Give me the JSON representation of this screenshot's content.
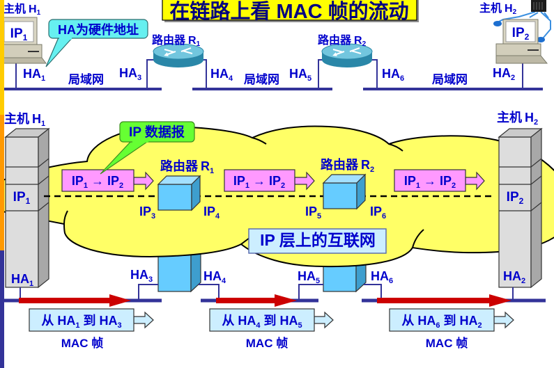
{
  "title": "在链路上看 MAC 帧的流动",
  "palette": {
    "label_text": "#0000CC",
    "title_text": "#000080",
    "title_fill": "#FFFF00",
    "lan_line": "#333399",
    "cloud_fill": "#FFFF66",
    "packet_fill": "#FF99FF",
    "router_cube_fill": "#66CCFF",
    "host_stack_fill": "#DDDDDD",
    "box_fill": "#CCEEFF",
    "frame_arrow": "#CC0000",
    "datagram_callout_fill": "#66FF33",
    "hardware_callout_fill": "#66F0F0",
    "accent_strip_top": "#FFCC00",
    "accent_strip_middle": "#FF9900",
    "accent_strip_bottom": "#333399"
  },
  "physical_view": {
    "hosts": [
      {
        "prefix": "主机",
        "name": {
          "base": "H",
          "sub": "1"
        },
        "ip": {
          "base": "IP",
          "sub": "1"
        },
        "ha": {
          "base": "HA",
          "sub": "1"
        }
      },
      {
        "prefix": "主机",
        "name": {
          "base": "H",
          "sub": "2"
        },
        "ip": {
          "base": "IP",
          "sub": "2"
        },
        "ha": {
          "base": "HA",
          "sub": "2"
        }
      }
    ],
    "routers": [
      {
        "prefix": "路由器",
        "name": {
          "base": "R",
          "sub": "1"
        },
        "ha_left": {
          "base": "HA",
          "sub": "3"
        },
        "ha_right": {
          "base": "HA",
          "sub": "4"
        }
      },
      {
        "prefix": "路由器",
        "name": {
          "base": "R",
          "sub": "2"
        },
        "ha_left": {
          "base": "HA",
          "sub": "5"
        },
        "ha_right": {
          "base": "HA",
          "sub": "6"
        }
      }
    ],
    "lans": [
      "局域网",
      "局域网",
      "局域网"
    ],
    "callout": "HA为硬件地址"
  },
  "ip_layer": {
    "hosts": [
      {
        "prefix": "主机",
        "name": {
          "base": "H",
          "sub": "1"
        },
        "ip": {
          "base": "IP",
          "sub": "1"
        }
      },
      {
        "prefix": "主机",
        "name": {
          "base": "H",
          "sub": "2"
        },
        "ip": {
          "base": "IP",
          "sub": "2"
        }
      }
    ],
    "routers": [
      {
        "prefix": "路由器",
        "name": {
          "base": "R",
          "sub": "1"
        },
        "ip_left": {
          "base": "IP",
          "sub": "3"
        },
        "ip_right": {
          "base": "IP",
          "sub": "4"
        }
      },
      {
        "prefix": "路由器",
        "name": {
          "base": "R",
          "sub": "2"
        },
        "ip_left": {
          "base": "IP",
          "sub": "5"
        },
        "ip_right": {
          "base": "IP",
          "sub": "6"
        }
      }
    ],
    "packets": [
      {
        "src": {
          "base": "IP",
          "sub": "1"
        },
        "arrow": "→",
        "dst": {
          "base": "IP",
          "sub": "2"
        }
      },
      {
        "src": {
          "base": "IP",
          "sub": "1"
        },
        "arrow": "→",
        "dst": {
          "base": "IP",
          "sub": "2"
        }
      },
      {
        "src": {
          "base": "IP",
          "sub": "1"
        },
        "arrow": "→",
        "dst": {
          "base": "IP",
          "sub": "2"
        }
      }
    ],
    "callout": "IP 数据报",
    "network_label": "IP 层上的互联网"
  },
  "link_layer": {
    "host_ha": [
      {
        "base": "HA",
        "sub": "1"
      },
      {
        "base": "HA",
        "sub": "2"
      }
    ],
    "router_ha": [
      {
        "left": {
          "base": "HA",
          "sub": "3"
        },
        "right": {
          "base": "HA",
          "sub": "4"
        }
      },
      {
        "left": {
          "base": "HA",
          "sub": "5"
        },
        "right": {
          "base": "HA",
          "sub": "6"
        }
      }
    ],
    "frames": [
      {
        "from_word": "从",
        "from": {
          "base": "HA",
          "sub": "1"
        },
        "to_word": "到",
        "to": {
          "base": "HA",
          "sub": "3"
        },
        "caption": "MAC 帧"
      },
      {
        "from_word": "从",
        "from": {
          "base": "HA",
          "sub": "4"
        },
        "to_word": "到",
        "to": {
          "base": "HA",
          "sub": "5"
        },
        "caption": "MAC 帧"
      },
      {
        "from_word": "从",
        "from": {
          "base": "HA",
          "sub": "6"
        },
        "to_word": "到",
        "to": {
          "base": "HA",
          "sub": "2"
        },
        "caption": "MAC 帧"
      }
    ]
  }
}
